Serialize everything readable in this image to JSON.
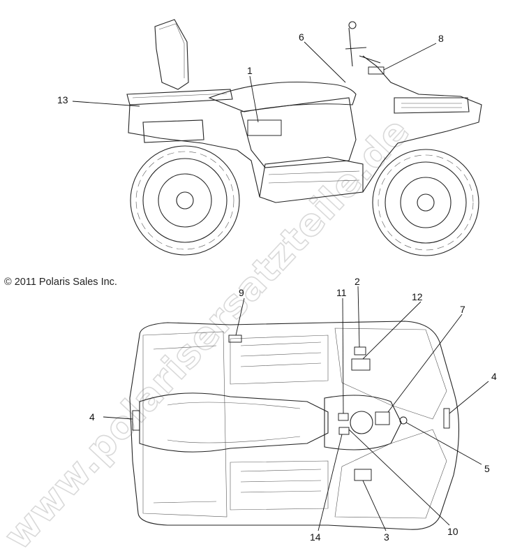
{
  "copyright": "© 2011 Polaris Sales Inc.",
  "watermark": "www.polarisersatzteile.de",
  "callouts": {
    "c1": "1",
    "c2": "2",
    "c3": "3",
    "c4a": "4",
    "c4b": "4",
    "c5": "5",
    "c6": "6",
    "c7": "7",
    "c8": "8",
    "c9": "9",
    "c10": "10",
    "c11": "11",
    "c12": "12",
    "c13": "13",
    "c14": "14"
  }
}
